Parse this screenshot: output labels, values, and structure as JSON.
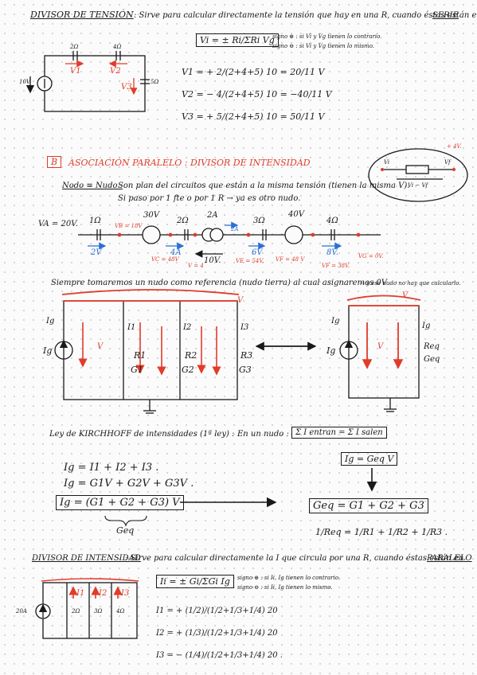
{
  "s1": {
    "title": "DIVISOR DE TENSIÓN",
    "desc": ": Sirve para calcular directamente la tensión que hay en una R, cuando éstas están en",
    "desc_em": "SERIE",
    "formula": "Vi = ± Ri/ΣRi Vg",
    "note1": "signo ⊕ : si Vi y Vg tienen lo contrario.",
    "note2": "signo ⊖ : si Vi y Vg tienen lo mismo.",
    "labels": {
      "r1": "2Ω",
      "r2": "4Ω",
      "r3": "5Ω",
      "src": "10V",
      "v1": "V1",
      "v2": "V2",
      "v3": "V3"
    },
    "eq1": "V1 = + 2/(2+4+5) 10 = 20/11 V",
    "eq2": "V2 = − 4/(2+4+5) 10 = −40/11 V",
    "eq3": "V3 = + 5/(2+4+5) 10 = 50/11 V"
  },
  "s2": {
    "badge": "B",
    "title": "ASOCIACIÓN PARALELO : DIVISOR DE INTENSIDAD",
    "corner": "+ 4V.",
    "inset": {
      "vi": "Vi",
      "vf": "Vf",
      "diff": "Vi − Vf"
    },
    "nodo_label": "Nodo ≡ Nudo :",
    "nodo_1": "Son plan del circuitos que están a la misma tensión (tienen la misma V).",
    "nodo_2": "Si paso por 1 fte o por 1 R → ya es otro nudo.",
    "chain": {
      "va": "VA = 20V.",
      "r1": "1Ω",
      "vb": "VB = 18V",
      "v30": "30V",
      "r2": "2Ω",
      "i2": "2A",
      "i2b": "2A",
      "r3": "3Ω",
      "v40": "40V",
      "r4": "4Ω",
      "c2v": "2V",
      "c4a": "4A",
      "c10v": "10V.",
      "c6v": "6V",
      "c8v": "8V.",
      "vc": "VC = 48V",
      "vd": "V = 4",
      "ve": "VE = 54V.",
      "vf": "VF = 48 V",
      "vfb": "VF = 38V.",
      "vg": "VG = 0V."
    },
    "ref": "Siempre tomaremos un nudo como referencia (nudo tierra) al cual asignaremos 0V",
    "ref2": "→ y ese nudo no hay que calcularlo.",
    "par": {
      "ig": "Ig",
      "i1": "I1",
      "i2": "I2",
      "i3": "I3",
      "v": "V",
      "r1": "R1",
      "g1": "G1",
      "r2": "R2",
      "g2": "G2",
      "r3": "R3",
      "g3": "G3",
      "req": "Req",
      "geq": "Geq"
    }
  },
  "s3": {
    "title": "Ley de KIRCHHOFF de intensidades (1ª ley) :",
    "nudo": "En un nudo :",
    "law": "Σ I entran = Σ I salen",
    "eq1": "Ig = I1 + I2 + I3 .",
    "eq2": "Ig = G1V + G2V + G3V .",
    "eq3": "Ig = (G1 + G2 + G3) V",
    "brace": "Geq",
    "res1": "Ig = Geq V",
    "res2": "Geq = G1 + G2 + G3",
    "res3": "1/Req = 1/R1 + 1/R2 + 1/R3 ."
  },
  "s4": {
    "title": "DIVISOR DE INTENSIDAD",
    "desc": ": Sirve para calcular directamente la I que circula por una R, cuando éstas están en",
    "desc_em": "PARALELO",
    "formula": "Ii = ± Gi/ΣGi Ig",
    "note1": "signo ⊕ : si Ii, Ig tienen lo contrario.",
    "note2": "signo ⊖ : si Ii, Ig tienen lo mismo.",
    "labels": {
      "src": "20A",
      "r1": "2Ω",
      "r2": "3Ω",
      "r3": "4Ω",
      "i1": "I1",
      "i2": "I2",
      "i3": "I3"
    },
    "eq1": "I1 = + (1/2)/(1/2+1/3+1/4) 20",
    "eq2": "I2 = + (1/3)/(1/2+1/3+1/4) 20",
    "eq3": "I3 = − (1/4)/(1/2+1/3+1/4) 20 ."
  }
}
